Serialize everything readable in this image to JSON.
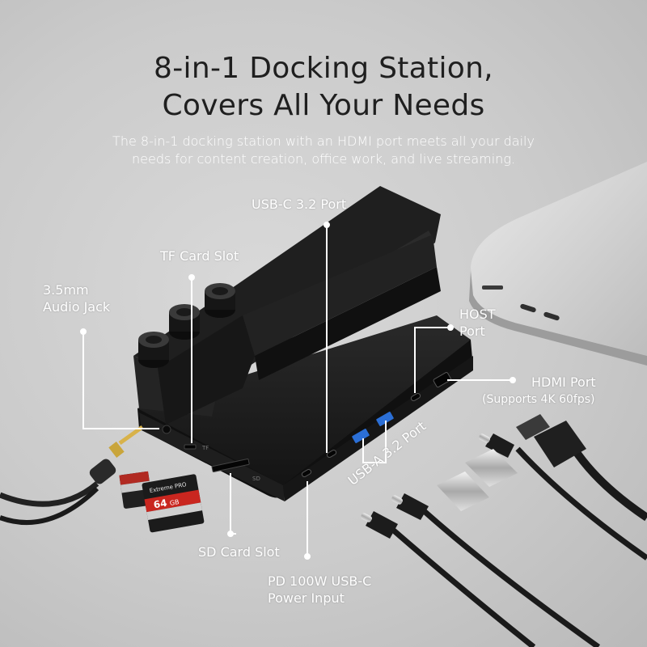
{
  "headline": {
    "line1": "8-in-1 Docking Station,",
    "line2": "Covers All Your Needs"
  },
  "subtitle": {
    "line1": "The 8-in-1 docking station with an HDMI port meets all your daily",
    "line2": "needs for content creation, office work, and live streaming."
  },
  "labels": {
    "usbc32": "USB-C 3.2 Port",
    "tf_card": "TF Card Slot",
    "audio_line1": "3.5mm",
    "audio_line2": "Audio Jack",
    "host_line1": "HOST",
    "host_line2": "Port",
    "hdmi_line1": "HDMI Port",
    "hdmi_line2": "(Supports 4K 60fps)",
    "usba32": "USB-A 3.2 Port",
    "sd_card": "SD Card Slot",
    "pd_line1": "PD 100W USB-C",
    "pd_line2": "Power Input"
  },
  "device_marks": {
    "tf": "TF",
    "sd": "SD"
  },
  "sd_card_text": {
    "brand": "Extreme PRO",
    "capacity": "64",
    "unit": "GB"
  },
  "colors": {
    "background": "#cbcbcb",
    "dock": "#1b1b1b",
    "usb_blue": "#2b6fd6",
    "sd_red": "#c9261f",
    "headline": "#1f1f1f",
    "label": "#ffffff"
  }
}
